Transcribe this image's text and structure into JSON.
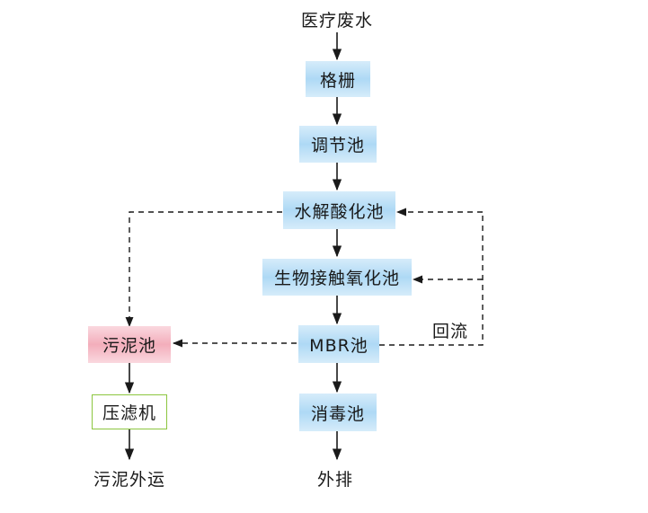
{
  "diagram": {
    "source_label": "医疗废水",
    "nodes": {
      "grille": "格栅",
      "regulating_tank": "调节池",
      "hydrolysis_tank": "水解酸化池",
      "contact_oxidation_tank": "生物接触氧化池",
      "mbr_tank": "MBR池",
      "disinfection_tank": "消毒池",
      "sludge_tank": "污泥池",
      "filter_press": "压滤机"
    },
    "outputs": {
      "discharge": "外排",
      "sludge_out": "污泥外运"
    },
    "recycle_label": "回流",
    "colors": {
      "process_box": "#aed9f5",
      "sludge_box": "#f3aebb",
      "press_border": "#8cc63f",
      "line": "#1a1a1a"
    }
  }
}
